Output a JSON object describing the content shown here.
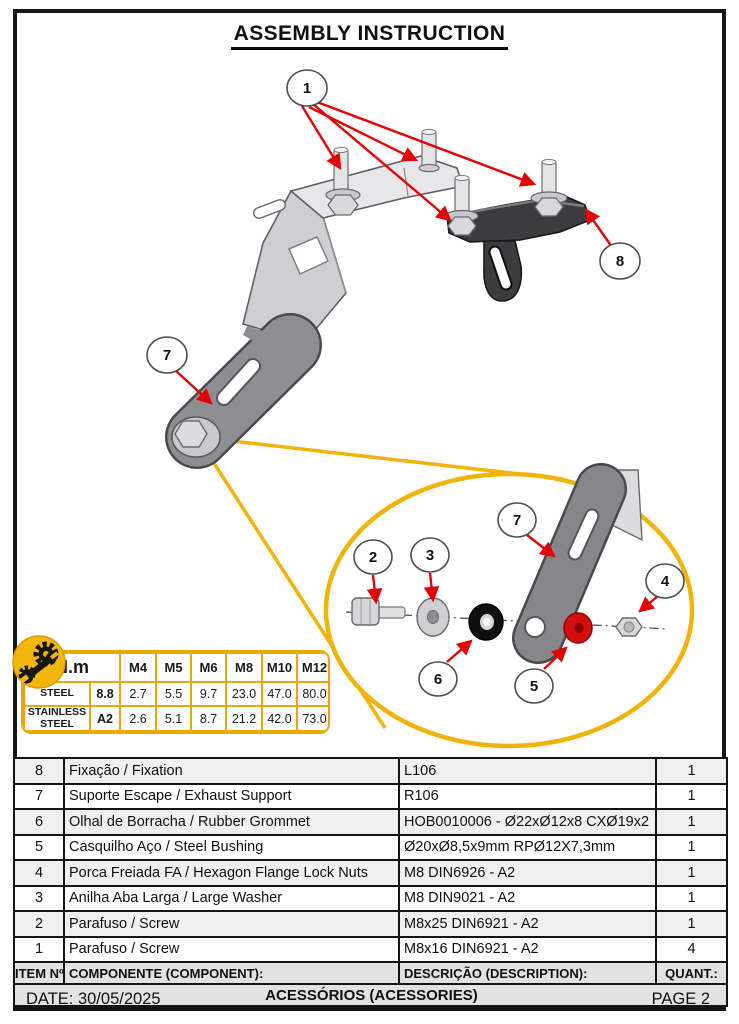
{
  "page": {
    "title": "ASSEMBLY INSTRUCTION"
  },
  "diagram": {
    "callouts": {
      "main_1": "1",
      "main_7": "7",
      "main_8": "8",
      "detail_2": "2",
      "detail_3": "3",
      "detail_4": "4",
      "detail_5": "5",
      "detail_6": "6",
      "detail_7": "7"
    }
  },
  "torque_table": {
    "unit": "N.m",
    "sizes": [
      "M4",
      "M5",
      "M6",
      "M8",
      "M10",
      "M12"
    ],
    "rows": [
      {
        "material": "STEEL",
        "grade": "8.8",
        "values": [
          "2.7",
          "5.5",
          "9.7",
          "23.0",
          "47.0",
          "80.0"
        ]
      },
      {
        "material": "STAINLESS STEEL",
        "grade": "A2",
        "values": [
          "2.6",
          "5.1",
          "8.7",
          "21.2",
          "42.0",
          "73.0"
        ]
      }
    ]
  },
  "parts_table": {
    "header": {
      "item": "ITEM Nº:",
      "component": "COMPONENTE (COMPONENT):",
      "description": "DESCRIÇÃO (DESCRIPTION):",
      "quantity": "QUANT.:"
    },
    "section_title": "ACESSÓRIOS (ACESSORIES)",
    "rows": [
      {
        "item": "8",
        "component": "Fixação / Fixation",
        "description": "L106",
        "qty": "1"
      },
      {
        "item": "7",
        "component": "Suporte Escape / Exhaust Support",
        "description": "R106",
        "qty": "1"
      },
      {
        "item": "6",
        "component": "Olhal de Borracha / Rubber Grommet",
        "description": "HOB0010006 - Ø22xØ12x8 CXØ19x2",
        "qty": "1"
      },
      {
        "item": "5",
        "component": "Casquilho Aço / Steel Bushing",
        "description": "Ø20xØ8,5x9mm RPØ12X7,3mm",
        "qty": "1"
      },
      {
        "item": "4",
        "component": "Porca Freiada  FA / Hexagon Flange Lock Nuts",
        "description": "M8 DIN6926 - A2",
        "qty": "1"
      },
      {
        "item": "3",
        "component": "Anilha Aba Larga / Large Washer",
        "description": "M8 DIN9021 - A2",
        "qty": "1"
      },
      {
        "item": "2",
        "component": "Parafuso / Screw",
        "description": "M8x25 DIN6921 - A2",
        "qty": "1"
      },
      {
        "item": "1",
        "component": "Parafuso / Screw",
        "description": "M8x16 DIN6921 - A2",
        "qty": "4"
      }
    ]
  },
  "footer": {
    "date": "DATE: 30/05/2025",
    "page": "PAGE 2"
  },
  "colors": {
    "arrow_red": "#e30000",
    "gold": "#eaa802",
    "bracket_light": "#d4d4d7",
    "bracket_dark": "#3c3c3f",
    "grommet_black": "#101010",
    "bushing_red": "#d40f0f"
  }
}
